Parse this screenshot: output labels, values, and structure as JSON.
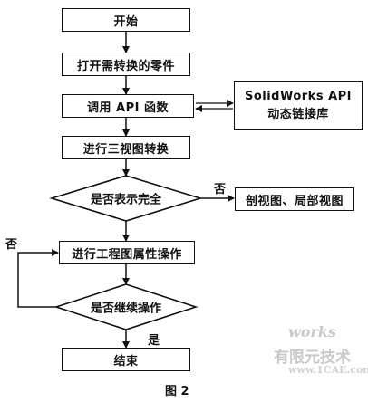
{
  "nodes": {
    "start": "开始",
    "open_part": "打开需转换的零件",
    "call_api": "调用 API 函数",
    "api_lib_line1": "SolidWorks  API",
    "api_lib_line2": "动态链接库",
    "three_view": "进行三视图转换",
    "is_complete": "是否表示完全",
    "section_view": "剖视图、局部视图",
    "attr_op": "进行工程图属性操作",
    "continue_op": "是否继续操作",
    "end": "结束"
  },
  "edge_labels": {
    "complete_no": "否",
    "continue_no": "否",
    "continue_yes": "是"
  },
  "caption": "图 2",
  "watermark": {
    "brand": "works",
    "cn": "有限元技术",
    "url": "www.1CAE.com"
  }
}
